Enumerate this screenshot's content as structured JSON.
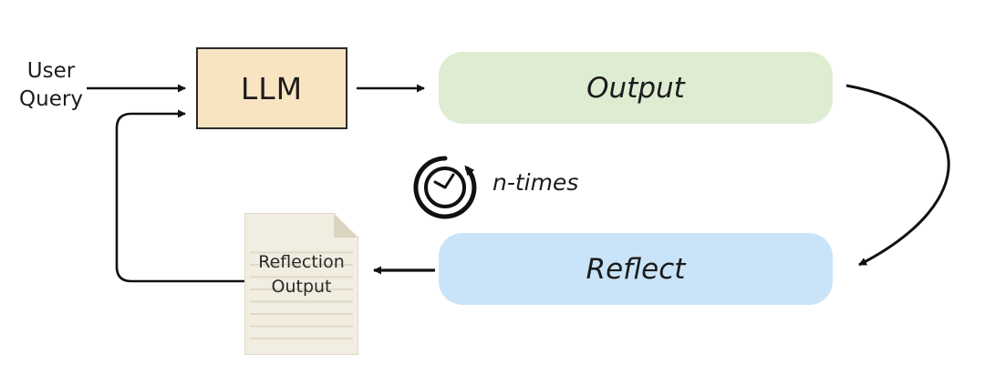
{
  "nodes": {
    "user_query": {
      "label": "User\nQuery"
    },
    "llm": {
      "label": "LLM"
    },
    "output": {
      "label": "Output"
    },
    "reflect": {
      "label": "Reflect"
    },
    "reflection_output": {
      "label": "Reflection\nOutput"
    },
    "loop": {
      "label": "n-times",
      "icon": "clock-repeat-icon"
    }
  },
  "edges": [
    {
      "from": "user_query",
      "to": "llm",
      "style": "straight"
    },
    {
      "from": "llm",
      "to": "output",
      "style": "straight"
    },
    {
      "from": "output",
      "to": "reflect",
      "style": "curved-right"
    },
    {
      "from": "reflect",
      "to": "reflection_output",
      "style": "straight"
    },
    {
      "from": "reflection_output",
      "to": "llm",
      "style": "orthogonal-loop"
    }
  ],
  "colors": {
    "background": "#ffffff",
    "arrow": "#111111",
    "text": "#1c1c1c",
    "llm_fill": "#f9e4c2",
    "llm_border": "#2b2b2b",
    "output_fill": "#deedd2",
    "reflect_fill": "#c9e4f8",
    "paper_fill": "#f1ede1",
    "paper_border": "#ddd8c6",
    "paper_fold": "#d8d4bf",
    "paper_line": "#dfdac8"
  }
}
